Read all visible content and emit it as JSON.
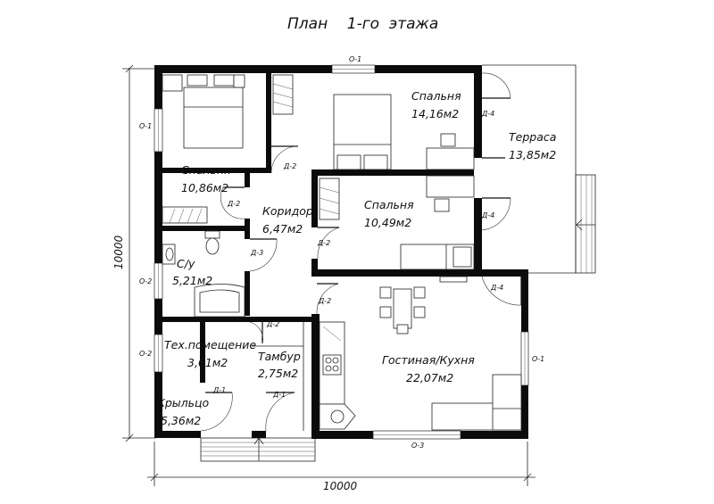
{
  "title": "План    1-го  этажа",
  "rooms": {
    "bedroom_left": {
      "name": "Спальня",
      "area": "10,86м2"
    },
    "bedroom_top": {
      "name": "Спальня",
      "area": "14,16м2"
    },
    "bedroom_mid": {
      "name": "Спальня",
      "area": "10,49м2"
    },
    "corridor": {
      "name": "Коридор",
      "area": "6,47м2"
    },
    "bathroom": {
      "name": "С/у",
      "area": "5,21м2"
    },
    "tech_room": {
      "name": "Тех.помещение",
      "area": "3,61м2"
    },
    "vestibule": {
      "name": "Тамбур",
      "area": "2,75м2"
    },
    "porch": {
      "name": "Крыльцо",
      "area": "5,36м2"
    },
    "terrace": {
      "name": "Терраса",
      "area": "13,85м2"
    },
    "living_kitchen": {
      "name": "Гостиная/Кухня",
      "area": "22,07м2"
    }
  },
  "dimensions": {
    "horizontal": "10000",
    "vertical": "10000"
  },
  "windows": {
    "top": "О-1",
    "left_bedroom": "О-1",
    "left_bath": "О-2",
    "left_tech": "О-2",
    "right_living": "О-1",
    "bottom_living": "О-3"
  },
  "doors": {
    "bedroom_top": "Д-2",
    "bedroom_left": "Д-2",
    "bedroom_mid": "Д-2",
    "living": "Д-2",
    "bathroom": "Д-3",
    "vestibule_inner": "Д-2",
    "terrace_upper": "Д-4",
    "terrace_lower": "Д-4",
    "living_terrace": "Д-4",
    "entrance_tech": "Д-1",
    "entrance_main": "Д-1"
  }
}
